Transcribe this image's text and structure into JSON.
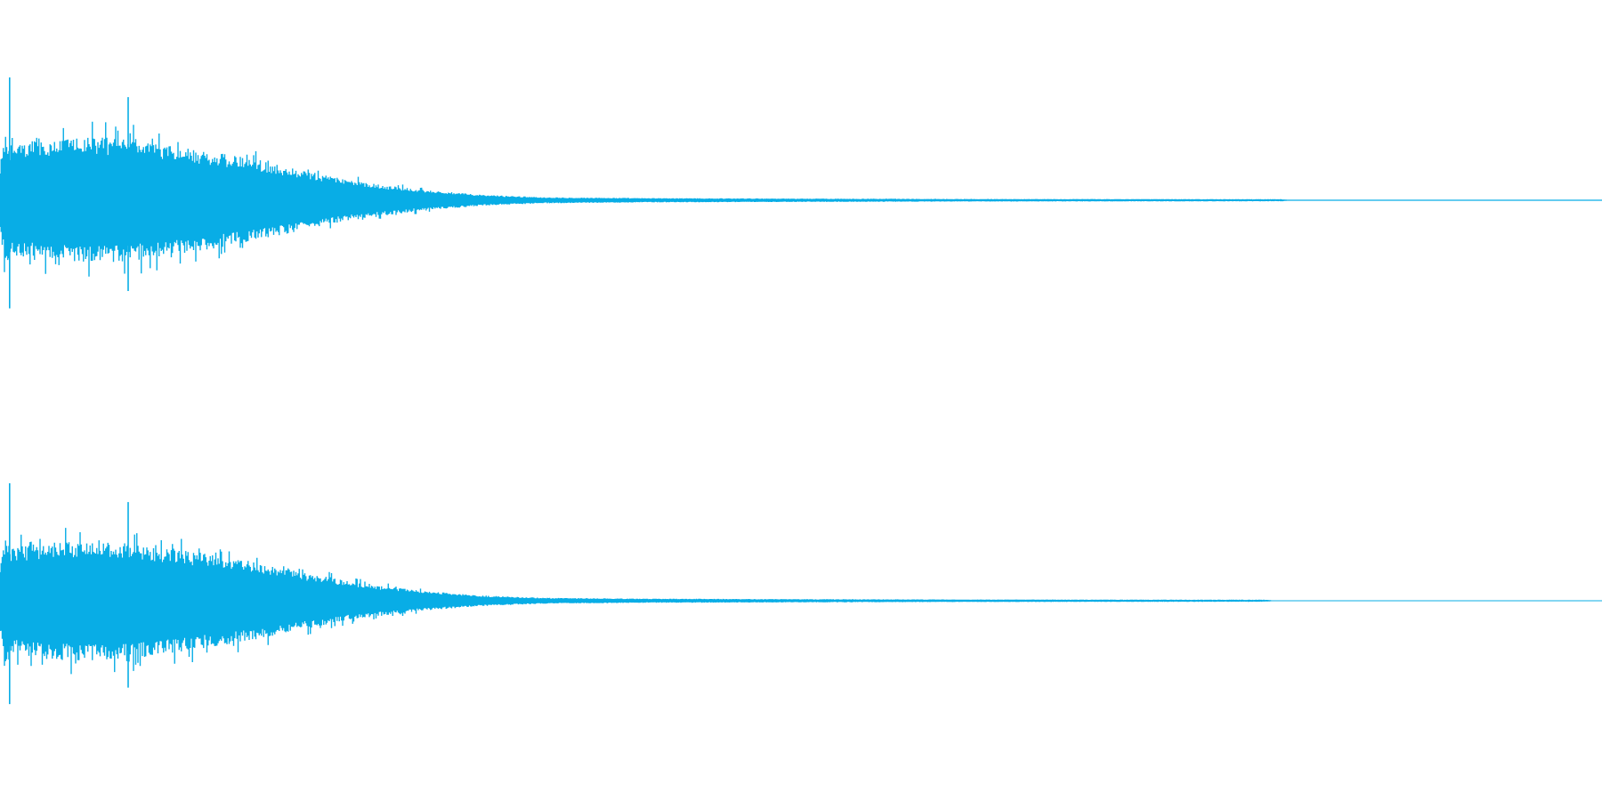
{
  "chart_data": {
    "type": "area",
    "title": "",
    "xlabel": "",
    "ylabel": "",
    "grid": false,
    "x_range": [
      0,
      1
    ],
    "ylim": [
      -1,
      1
    ],
    "color": "#08ADE6",
    "series": [
      {
        "channel": 1,
        "envelope_x": [
          0,
          0.004,
          0.006,
          0.03,
          0.06,
          0.08,
          0.1,
          0.13,
          0.16,
          0.19,
          0.22,
          0.26,
          0.3,
          0.34,
          0.4,
          0.5,
          0.6,
          0.8,
          0.805,
          1
        ],
        "envelope_amplitude": [
          0.3,
          0.55,
          0.45,
          0.5,
          0.52,
          0.5,
          0.46,
          0.4,
          0.33,
          0.24,
          0.16,
          0.09,
          0.045,
          0.025,
          0.018,
          0.014,
          0.011,
          0.009,
          0.003,
          0.003
        ],
        "peaks": [
          {
            "x": 0.006,
            "amplitude": 1.0
          },
          {
            "x": 0.08,
            "amplitude": 0.84
          }
        ]
      },
      {
        "channel": 2,
        "envelope_x": [
          0,
          0.004,
          0.006,
          0.03,
          0.06,
          0.08,
          0.1,
          0.13,
          0.16,
          0.19,
          0.22,
          0.26,
          0.3,
          0.34,
          0.4,
          0.5,
          0.6,
          0.79,
          0.795,
          1
        ],
        "envelope_amplitude": [
          0.3,
          0.55,
          0.45,
          0.5,
          0.52,
          0.5,
          0.46,
          0.4,
          0.33,
          0.24,
          0.16,
          0.09,
          0.045,
          0.025,
          0.018,
          0.014,
          0.011,
          0.009,
          0.003,
          0.003
        ],
        "peaks": [
          {
            "x": 0.006,
            "amplitude": 1.0
          },
          {
            "x": 0.08,
            "amplitude": 0.84
          }
        ]
      }
    ]
  }
}
